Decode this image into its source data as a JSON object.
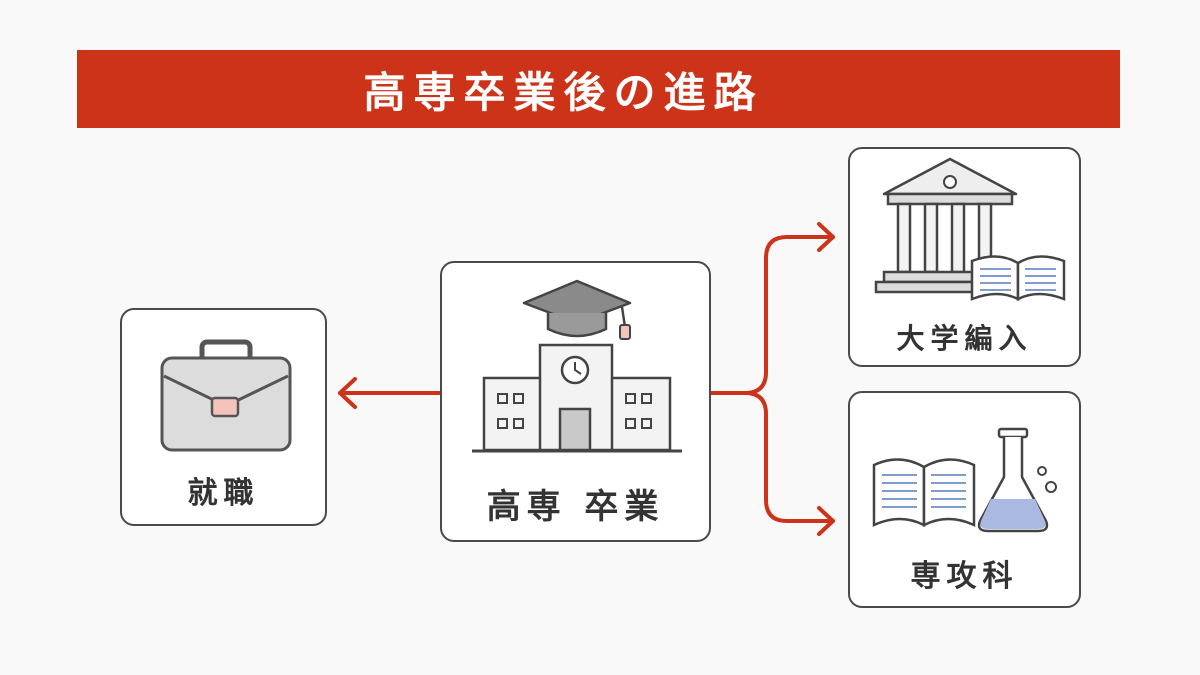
{
  "banner": {
    "title": "高専卒業後の進路"
  },
  "nodes": {
    "employment": {
      "label": "就職",
      "icon": "briefcase-icon"
    },
    "graduation": {
      "label": "高専 卒業",
      "icon": "school-building-icon"
    },
    "university": {
      "label": "大学編入",
      "icon": "university-icon"
    },
    "advanced": {
      "label": "専攻科",
      "icon": "flask-book-icon"
    }
  },
  "colors": {
    "accent": "#cc3319",
    "border": "#4a4a4a",
    "text": "#333333",
    "background": "#f9f9f9"
  }
}
